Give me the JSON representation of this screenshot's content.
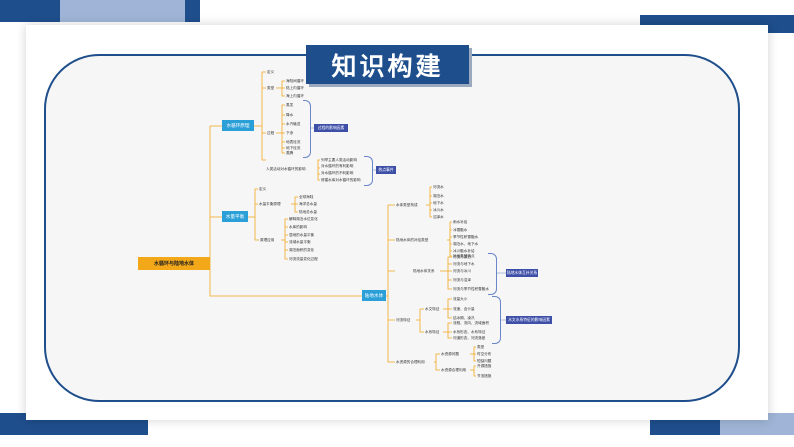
{
  "title": "知识构建",
  "colors": {
    "frame": "#1e4e8c",
    "corner_dark": "#1e4e8c",
    "corner_light": "#9fb4d6",
    "line": "#f0a81e",
    "node_blue": "#2a9fd8",
    "node_navy": "#3e4fa8",
    "root": "#f3a81a"
  },
  "root": "水循环与陆地水体",
  "water_cycle": {
    "label": "水循环原理",
    "definition": "定义",
    "types": {
      "label": "类型",
      "items": [
        "海陆间循环",
        "陆上内循环",
        "海上内循环"
      ]
    },
    "process": {
      "label": "过程",
      "items": [
        "蒸发",
        "降水",
        "水汽输送",
        "下渗",
        "地表径流",
        "地下径流",
        "蒸腾"
      ]
    },
    "process_tag": "过程的影响因素",
    "human": {
      "label": "人类活动对水循环的影响",
      "items": [
        "列举主要人类活动影响",
        "对水循环的有利影响",
        "对水循环的不利影响",
        "修建水库对水循环的影响"
      ]
    },
    "human_tag": "热点事件"
  },
  "water_balance": {
    "label": "水量平衡",
    "definition": "定义",
    "principle": {
      "label": "水量平衡原理",
      "items": [
        "全球海陆",
        "海洋总水量",
        "陆地总水量"
      ]
    },
    "application": {
      "label": "原理应用",
      "items": [
        "解释湖泊水位变化",
        "水库的影响",
        "湿地的水量平衡",
        "流域水量平衡",
        "湖泊面积的变化",
        "河流流量变化过程"
      ]
    }
  },
  "land_water": {
    "label": "陆地水体",
    "composition": {
      "label": "水体类型构成",
      "items": [
        "河流水",
        "湖泊水",
        "地下水",
        "冰川水",
        "沼泽水"
      ]
    },
    "recharge": {
      "label": "陆地水体的补给类型",
      "items": [
        "雨水补给",
        "冰雪融水",
        "季节性积雪融水",
        "湖泊水、地下水",
        "冰川融水补给",
        "补给类型特点"
      ]
    },
    "relation": {
      "label": "陆地水体关系",
      "items": [
        "河流与湖泊",
        "河流与地下水",
        "河流与冰川",
        "河流与沼泽",
        "河流与季节性积雪融水"
      ]
    },
    "relation_tag": "陆地水体互补关系",
    "river_features": {
      "label": "河流特征",
      "hydro": {
        "label": "水文特征",
        "items": [
          "流量大小",
          "流速、含沙量",
          "结冰期、凌汛"
        ]
      },
      "system": {
        "label": "水系特征",
        "items": [
          "流程、流向、流域面积",
          "水系形态、水系特征",
          "河道形态、河流落差"
        ]
      }
    },
    "river_tag": "水文水系特征的影响因素",
    "utilization": {
      "label": "水资源的合理利用",
      "problems": {
        "label": "水资源问题",
        "items": [
          "类型",
          "时空分布",
          "短缺问题"
        ]
      },
      "measures": {
        "label": "水资源合理利用",
        "items": [
          "开源措施",
          "节流措施"
        ]
      }
    }
  }
}
